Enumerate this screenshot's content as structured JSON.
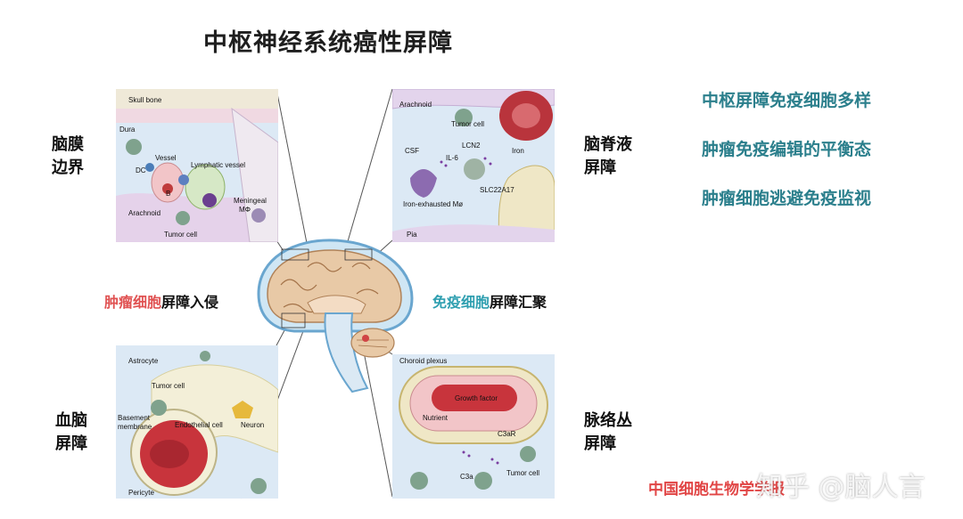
{
  "title": "中枢神经系统癌性屏障",
  "regions": {
    "meninges": "脑膜\n边界",
    "csf": "脑脊液\n屏障",
    "bbb": "血脑\n屏障",
    "choroid": "脉络丛\n屏障"
  },
  "points": [
    "中枢屏障免疫细胞多样",
    "肿瘤免疫编辑的平衡态",
    "肿瘤细胞逃避免疫监视"
  ],
  "mid_labels": {
    "left_highlight": "肿瘤细胞",
    "left_rest": "屏障入侵",
    "right_highlight": "免疫细胞",
    "right_rest": "屏障汇聚"
  },
  "panel_labels": {
    "meninges": [
      "Skull bone",
      "Dura",
      "DC",
      "Vessel",
      "B",
      "Lymphatic vessel",
      "Arachnoid",
      "Tumor cell",
      "Meningeal",
      "MΦ"
    ],
    "csf": [
      "Arachnoid",
      "Tumor cell",
      "LCN2",
      "Iron",
      "CSF",
      "IL-6",
      "SLC22A17",
      "Iron-exhausted Mø",
      "Pia"
    ],
    "bbb": [
      "Astrocyte",
      "Tumor cell",
      "Basement",
      "membrane",
      "Endothelial cell",
      "Neuron",
      "Pericyte"
    ],
    "choroid": [
      "Choroid plexus",
      "Growth factor",
      "Nutrient",
      "C3aR",
      "C3a",
      "Tumor cell"
    ]
  },
  "source": "中国细胞生物学学报",
  "watermark": "知乎 @脑人言",
  "colors": {
    "teal": "#2b7f8c",
    "red": "#e05252",
    "highlight_teal": "#2f9fb0"
  }
}
